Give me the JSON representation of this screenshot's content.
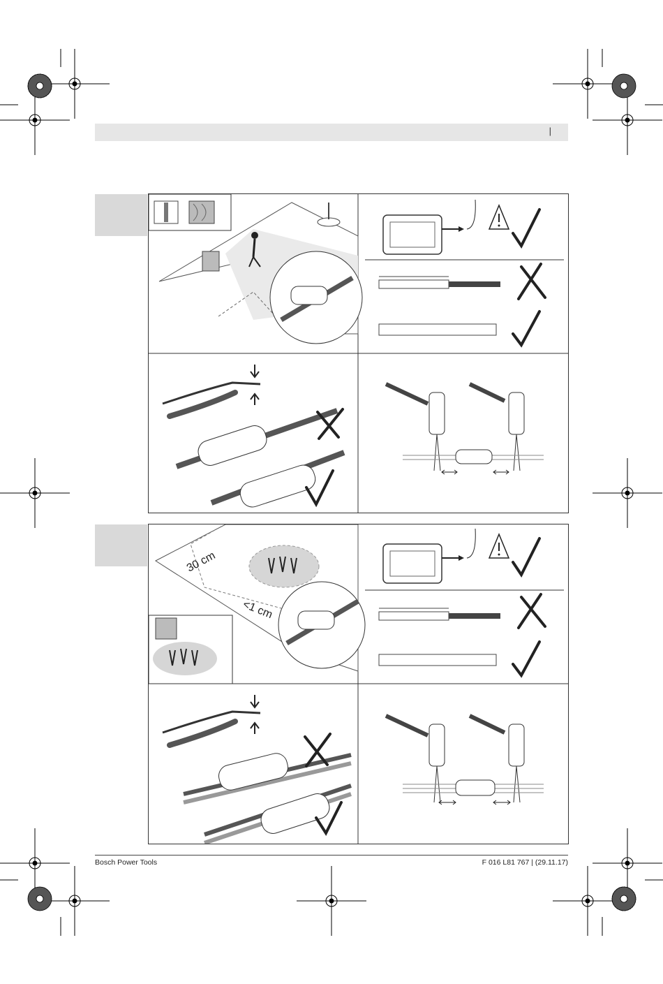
{
  "header": {
    "page_marker": "|"
  },
  "figure1": {
    "measure_bottom": ""
  },
  "figure2": {
    "distance_label": "30 cm",
    "gap_label": "<1 cm"
  },
  "footer": {
    "brand": "Bosch Power Tools",
    "doc_code": "F 016 L81 767 | (29.11.17)"
  },
  "colors": {
    "header_bar": "#e6e6e6",
    "side_tab": "#d9d9d9",
    "frame": "#333333",
    "wire_dark": "#555555",
    "wire_light": "#999999",
    "flower_bed": "#d6d6d6"
  }
}
